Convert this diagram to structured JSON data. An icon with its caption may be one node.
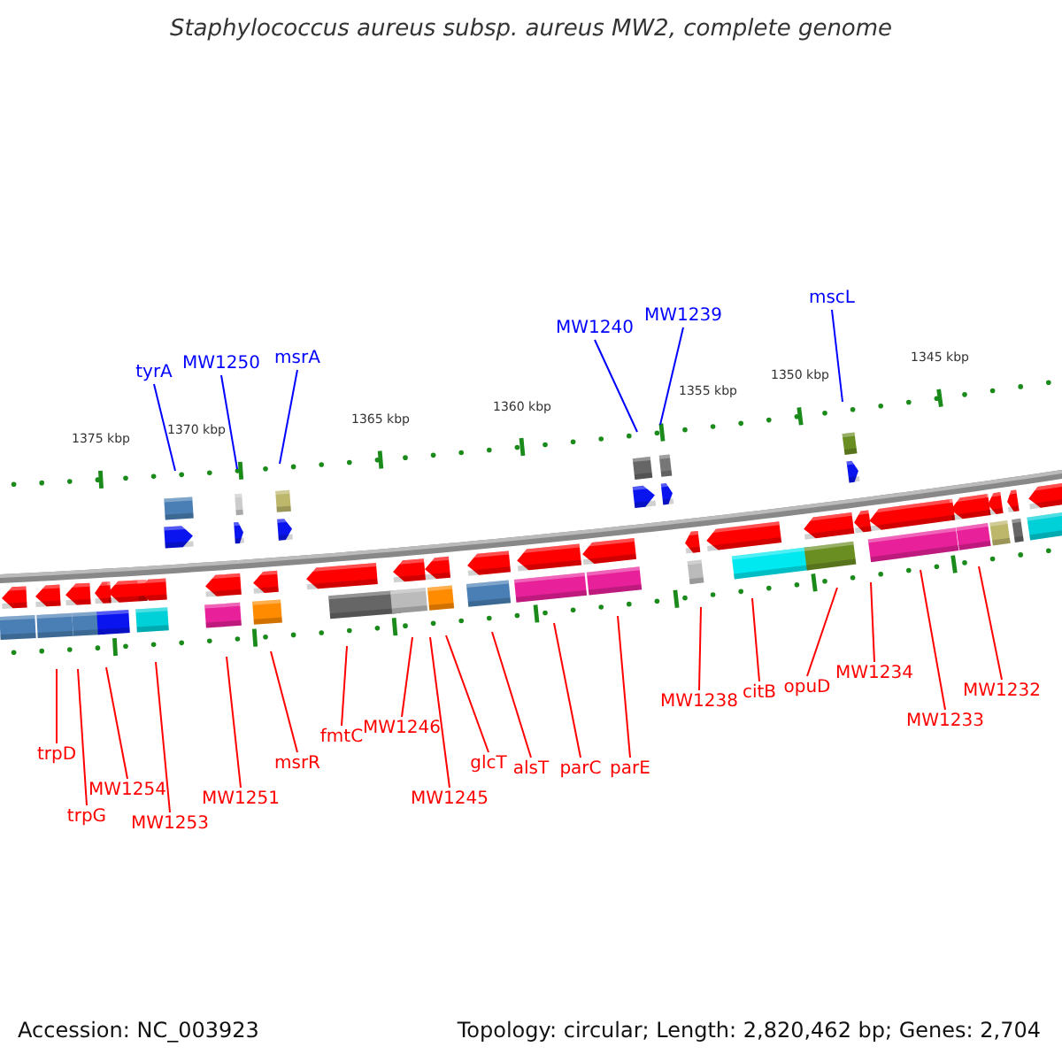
{
  "diagram": {
    "title": "Staphylococcus aureus subsp. aureus MW2, complete genome",
    "nodes": [
      {
        "text": [
          "tyrA"
        ]
      },
      {
        "text": [
          "MW1250"
        ]
      },
      {
        "text": [
          "msrA"
        ]
      },
      {
        "text": [
          "MW1240"
        ]
      },
      {
        "text": [
          "MW1239"
        ]
      },
      {
        "text": [
          "mscL"
        ]
      },
      {
        "text": [
          "trpD"
        ]
      },
      {
        "text": [
          "trpG"
        ]
      },
      {
        "text": [
          "MW1254"
        ]
      },
      {
        "text": [
          "MW1253"
        ]
      },
      {
        "text": [
          "MW1251"
        ]
      },
      {
        "text": [
          "msrR"
        ]
      },
      {
        "text": [
          "fmtC"
        ]
      },
      {
        "text": [
          "MW1246"
        ]
      },
      {
        "text": [
          "MW1245"
        ]
      },
      {
        "text": [
          "glcT"
        ]
      },
      {
        "text": [
          "alsT"
        ]
      },
      {
        "text": [
          "parC"
        ]
      },
      {
        "text": [
          "parE"
        ]
      },
      {
        "text": [
          "MW1238"
        ]
      },
      {
        "text": [
          "citB"
        ]
      },
      {
        "text": [
          "opuD"
        ]
      },
      {
        "text": [
          "MW1234"
        ]
      },
      {
        "text": [
          "MW1233"
        ]
      },
      {
        "text": [
          "MW1232"
        ]
      }
    ],
    "edges": [
      {
        "from": 0,
        "to": null,
        "arrow": "none",
        "color": "#0000ff"
      },
      {
        "from": 1,
        "to": null,
        "arrow": "none",
        "color": "#0000ff"
      },
      {
        "from": 2,
        "to": null,
        "arrow": "none",
        "color": "#0000ff"
      },
      {
        "from": 3,
        "to": null,
        "arrow": "none",
        "color": "#0000ff"
      },
      {
        "from": 4,
        "to": null,
        "arrow": "none",
        "color": "#0000ff"
      },
      {
        "from": 5,
        "to": null,
        "arrow": "none",
        "color": "#0000ff"
      },
      {
        "from": 6,
        "to": null,
        "arrow": "none"
      },
      {
        "from": 7,
        "to": null,
        "arrow": "none"
      },
      {
        "from": 8,
        "to": null,
        "arrow": "none"
      },
      {
        "from": 9,
        "to": null,
        "arrow": "none"
      },
      {
        "from": 10,
        "to": null,
        "arrow": "none"
      },
      {
        "from": 11,
        "to": null,
        "arrow": "none"
      },
      {
        "from": 12,
        "to": null,
        "arrow": "none"
      },
      {
        "from": 13,
        "to": null,
        "arrow": "none"
      },
      {
        "from": 14,
        "to": null,
        "arrow": "none"
      },
      {
        "from": 15,
        "to": null,
        "arrow": "none"
      },
      {
        "from": 16,
        "to": null,
        "arrow": "none"
      },
      {
        "from": 17,
        "to": null,
        "arrow": "none"
      },
      {
        "from": 18,
        "to": null,
        "arrow": "none"
      },
      {
        "from": 19,
        "to": null,
        "arrow": "none"
      },
      {
        "from": 20,
        "to": null,
        "arrow": "none"
      },
      {
        "from": 21,
        "to": null,
        "arrow": "none"
      },
      {
        "from": 22,
        "to": null,
        "arrow": "none"
      },
      {
        "from": 23,
        "to": null,
        "arrow": "none"
      },
      {
        "from": 24,
        "to": null,
        "arrow": "none"
      }
    ],
    "labels": [
      "1375 kbp",
      "1370 kbp",
      "1365 kbp",
      "1360 kbp",
      "1355 kbp",
      "1350 kbp",
      "1345 kbp",
      "Accession: NC_003923",
      "Topology: circular; Length: 2,820,462 bp; Genes: 2,704"
    ]
  }
}
